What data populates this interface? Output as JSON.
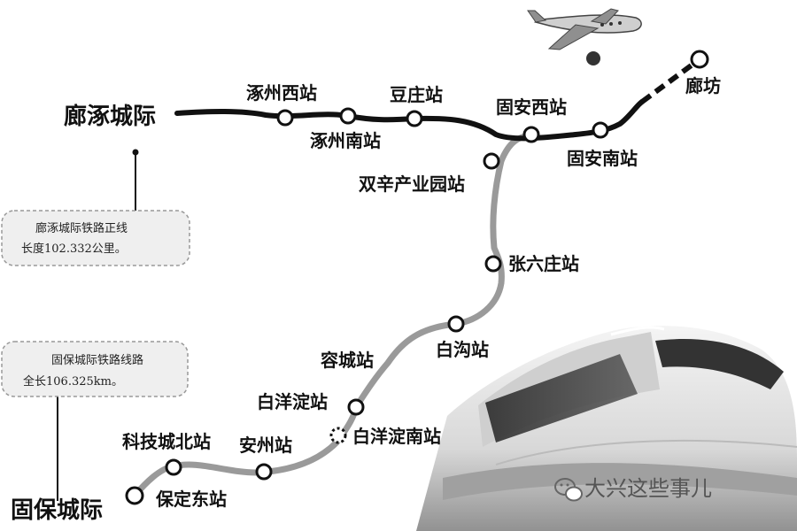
{
  "lines": {
    "langzhuo": {
      "name": "廊涿城际",
      "color": "#111111"
    },
    "gubao": {
      "name": "固保城际",
      "color": "#9a9a9a"
    }
  },
  "stations": {
    "zhuozhou_west": "涿州西站",
    "zhuozhou_south": "涿州南站",
    "douzhuang": "豆庄站",
    "guan_west": "固安西站",
    "guan_south": "固安南站",
    "langfang": "廊坊",
    "shuangxin": "双辛产业园站",
    "zhangliuzhuang": "张六庄站",
    "baigou": "白沟站",
    "rongcheng": "容城站",
    "baiyangdian": "白洋淀站",
    "baiyangdian_south": "白洋淀南站",
    "anzhou": "安州站",
    "kejicheng_north": "科技城北站",
    "baoding_east": "保定东站"
  },
  "notes": {
    "langzhuo_line1": "廊涿城际铁路正线",
    "langzhuo_line2": "长度102.332公里。",
    "gubao_line1": "固保城际铁路线路",
    "gubao_line2": "全长106.325km。"
  },
  "watermark": "大兴这些事儿",
  "icons": [
    "airplane-icon",
    "airport-marker-icon",
    "high-speed-train-icon",
    "wechat-icon"
  ]
}
